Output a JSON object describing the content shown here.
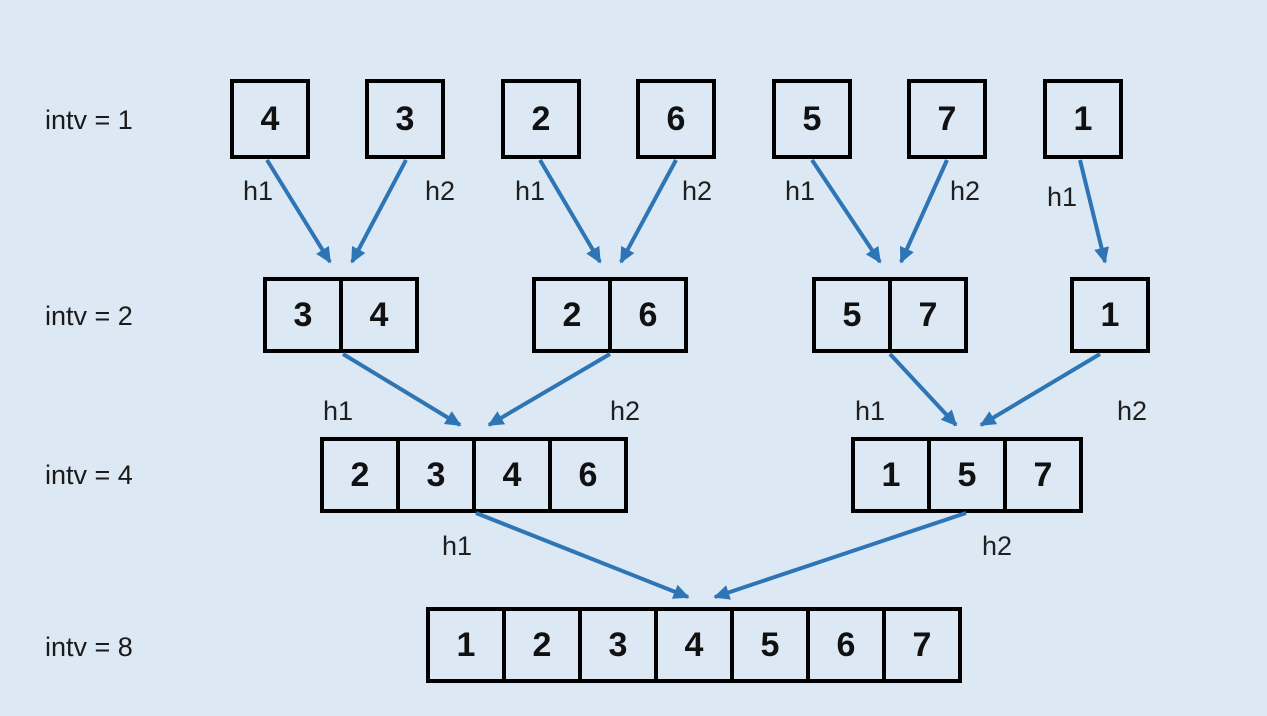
{
  "colors": {
    "background": "#dce8f4",
    "arrow": "#2e75b6",
    "box_border": "#000000",
    "text": "#1a1a1a"
  },
  "levels": [
    {
      "label": "intv = 1",
      "arrays": [
        [
          "4"
        ],
        [
          "3"
        ],
        [
          "2"
        ],
        [
          "6"
        ],
        [
          "5"
        ],
        [
          "7"
        ],
        [
          "1"
        ]
      ]
    },
    {
      "label": "intv = 2",
      "arrays": [
        [
          "3",
          "4"
        ],
        [
          "2",
          "6"
        ],
        [
          "5",
          "7"
        ],
        [
          "1"
        ]
      ]
    },
    {
      "label": "intv = 4",
      "arrays": [
        [
          "2",
          "3",
          "4",
          "6"
        ],
        [
          "1",
          "5",
          "7"
        ]
      ]
    },
    {
      "label": "intv = 8",
      "arrays": [
        [
          "1",
          "2",
          "3",
          "4",
          "5",
          "6",
          "7"
        ]
      ]
    }
  ],
  "arrow_labels": {
    "level1": [
      "h1",
      "h2",
      "h1",
      "h2",
      "h1",
      "h2",
      "h1"
    ],
    "level2": [
      "h1",
      "h2",
      "h1",
      "h2"
    ],
    "level3": [
      "h1",
      "h2"
    ]
  }
}
